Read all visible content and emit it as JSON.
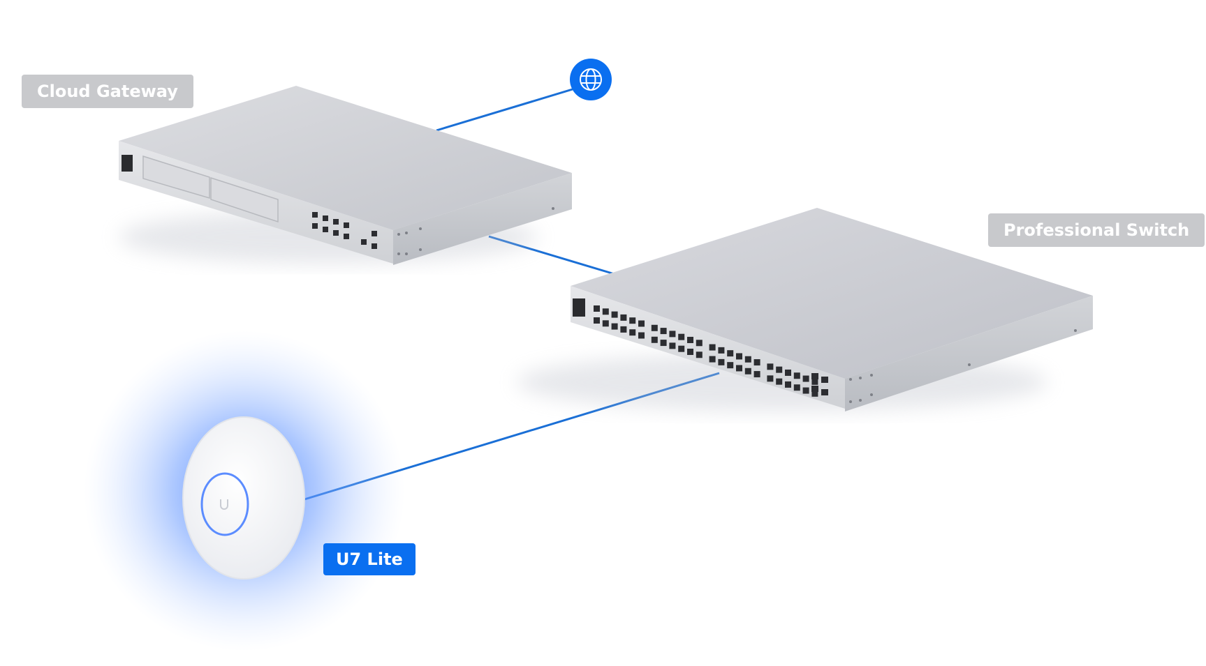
{
  "labels": {
    "gateway": "Cloud Gateway",
    "switch": "Professional Switch",
    "access_point": "U7 Lite"
  },
  "icons": {
    "internet": "globe-icon"
  },
  "colors": {
    "link_line": "#1a6fd6",
    "accent_blue": "#0a6ff0",
    "label_gray": "#c8c9cc",
    "device_metal": "#cfd1d6",
    "ap_glow": "#5b8cff"
  }
}
